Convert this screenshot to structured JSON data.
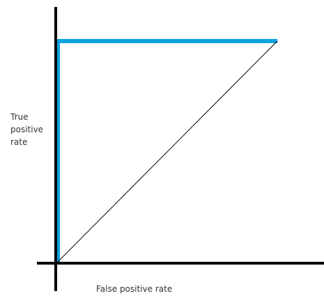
{
  "chart_data": {
    "type": "line",
    "title": "",
    "xlabel": "False positive rate",
    "ylabel_lines": [
      "True",
      "positive",
      "rate"
    ],
    "xlim": [
      0,
      1
    ],
    "ylim": [
      0,
      1
    ],
    "grid": false,
    "legend": "none",
    "series": [
      {
        "role": "ideal-roc-curve",
        "color": "#0aa2e0",
        "x": [
          0,
          0,
          1
        ],
        "y": [
          0,
          1,
          1
        ]
      },
      {
        "role": "random-classifier-diagonal",
        "color": "#000000",
        "x": [
          0,
          1
        ],
        "y": [
          0,
          1
        ]
      }
    ]
  }
}
